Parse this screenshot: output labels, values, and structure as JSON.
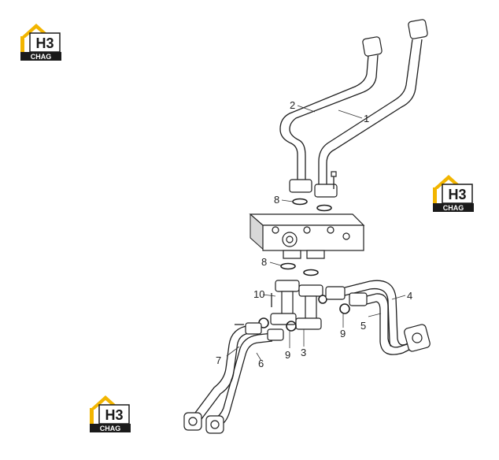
{
  "logo": {
    "mark": "H3",
    "wordmark": "CHAG",
    "accent_color": "#f2b500",
    "dark_color": "#1a1a1a",
    "icon": "house-logo-icon"
  },
  "callouts": {
    "c1": "1",
    "c2": "2",
    "c3": "3",
    "c4": "4",
    "c5": "5",
    "c6": "6",
    "c7": "7",
    "c8a": "8",
    "c8b": "8",
    "c9a": "9",
    "c9b": "9",
    "c10": "10"
  }
}
